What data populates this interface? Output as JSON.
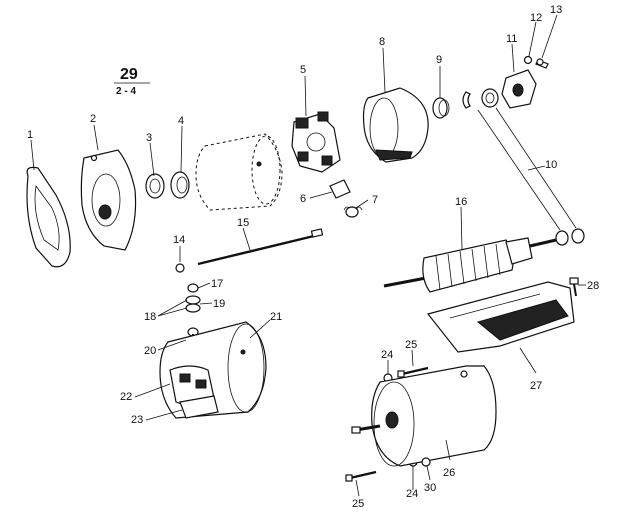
{
  "group": {
    "number": "29",
    "sub": "2 - 4"
  },
  "labels": [
    "1",
    "2",
    "3",
    "4",
    "5",
    "6",
    "7",
    "8",
    "9",
    "10",
    "11",
    "12",
    "13",
    "14",
    "15",
    "16",
    "17",
    "18",
    "19",
    "20",
    "21",
    "22",
    "23",
    "24",
    "24",
    "25",
    "25",
    "26",
    "27",
    "28",
    "30"
  ]
}
